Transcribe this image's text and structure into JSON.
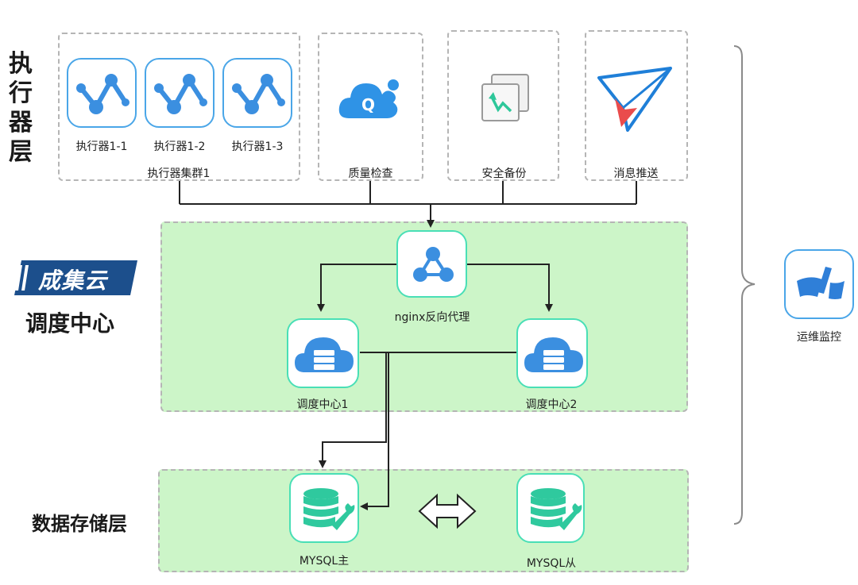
{
  "layers": {
    "executor": "执行器层",
    "scheduler_brand": "成集云",
    "scheduler": "调度中心",
    "storage": "数据存储层"
  },
  "executors": {
    "items": [
      "执行器1-1",
      "执行器1-2",
      "执行器1-3"
    ],
    "cluster_label": "执行器集群1"
  },
  "services": {
    "quality": "质量检查",
    "backup": "安全备份",
    "push": "消息推送"
  },
  "scheduler": {
    "proxy": "nginx反向代理",
    "center1": "调度中心1",
    "center2": "调度中心2"
  },
  "storage": {
    "master": "MYSQL主",
    "slave": "MYSQL从"
  },
  "monitor": {
    "label": "运维监控"
  },
  "colors": {
    "tile_blue": "#4aa6e8",
    "tile_teal": "#49dfb6",
    "zone_green": "#ccf5c8",
    "brand_navy": "#1c4f8c"
  }
}
